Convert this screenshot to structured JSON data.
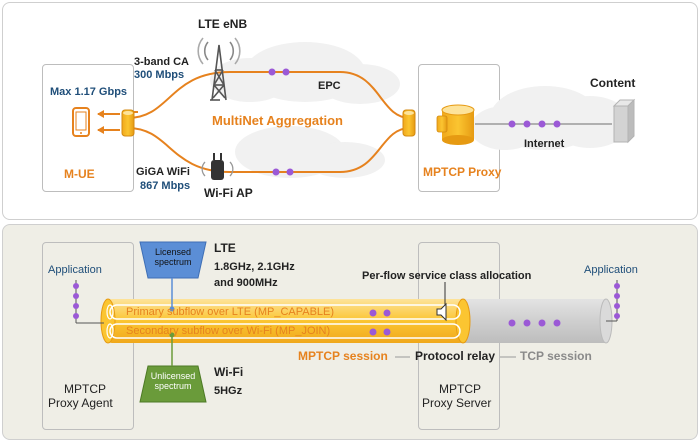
{
  "top": {
    "lte_enb": "LTE eNB",
    "ca_label": "3-band CA",
    "ca_speed": "300 Mbps",
    "max_speed": "Max 1.17 Gbps",
    "epc": "EPC",
    "aggregation": "MultiNet Aggregation",
    "mue": "M-UE",
    "wifi_label": "GiGA WiFi",
    "wifi_speed": "867 Mbps",
    "wifi_ap": "Wi-Fi AP",
    "mptcp_proxy": "MPTCP Proxy",
    "content": "Content",
    "internet": "Internet"
  },
  "bottom": {
    "application_left": "Application",
    "application_right": "Application",
    "licensed_spectrum": [
      "Licensed",
      "spectrum"
    ],
    "unlicensed_spectrum": [
      "Unlicensed",
      "spectrum"
    ],
    "lte_title": "LTE",
    "lte_bands_line1": "1.8GHz, 2.1GHz",
    "lte_bands_line2": "and 900MHz",
    "wifi_title": "Wi-Fi",
    "wifi_band": "5HGz",
    "service_class": "Per-flow service class allocation",
    "primary_subflow": "Primary subflow over LTE (MP_CAPABLE)",
    "secondary_subflow": "Secondary subflow over Wi-Fi (MP_JOIN)",
    "mptcp_session": "MPTCP session",
    "protocol_relay": "Protocol relay",
    "tcp_session": "TCP session",
    "proxy_agent_line1": "MPTCP",
    "proxy_agent_line2": "Proxy Agent",
    "proxy_server_line1": "MPTCP",
    "proxy_server_line2": "Proxy Server"
  },
  "colors": {
    "accent_orange": "#e6821e",
    "pipe_yellow": "#fbc531",
    "dot_purple": "#9b59d6",
    "label_navy": "#1f4e79",
    "spectrum_blue": "#5b8ed6",
    "spectrum_green": "#6a9b3a"
  },
  "icons": [
    "tower-icon",
    "phone-icon",
    "router-icon",
    "database-icon",
    "server-icon",
    "speaker-icon",
    "cloud-icon"
  ]
}
